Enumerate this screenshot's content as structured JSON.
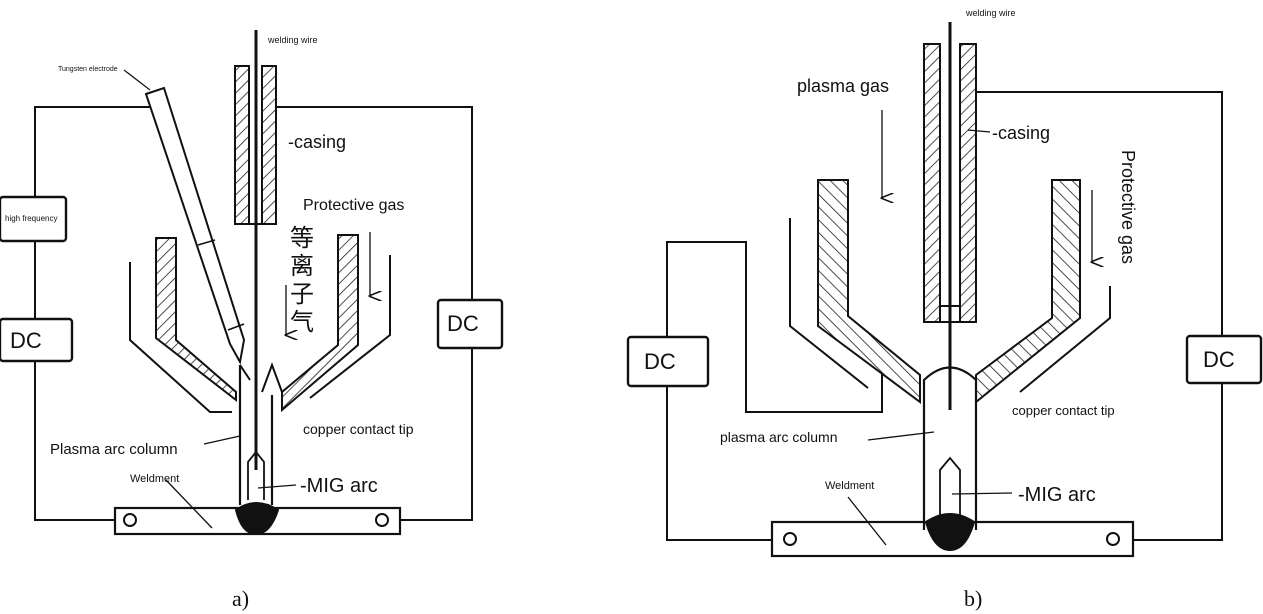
{
  "panel_a": {
    "caption": "a)",
    "welding_wire": "welding wire",
    "tungsten_electrode": "Tungsten electrode",
    "high_frequency": "high frequency",
    "dc_left": "DC",
    "dc_right": "DC",
    "casing": "-casing",
    "protective_gas": "Protective gas",
    "plasma_gas_cn": [
      "等",
      "离",
      "子",
      "气"
    ],
    "plasma_arc_column": "Plasma arc column",
    "copper_contact_tip": "copper contact tip",
    "mig_arc": "-MIG arc",
    "weldment": "Weldment"
  },
  "panel_b": {
    "caption": "b)",
    "welding_wire": "welding wire",
    "plasma_gas": "plasma gas",
    "casing": "-casing",
    "protective_gas": "Protective gas",
    "dc_left": "DC",
    "dc_right": "DC",
    "copper_contact_tip": "copper contact tip",
    "plasma_arc_column": "plasma arc column",
    "mig_arc": "-MIG arc",
    "weldment": "Weldment"
  }
}
